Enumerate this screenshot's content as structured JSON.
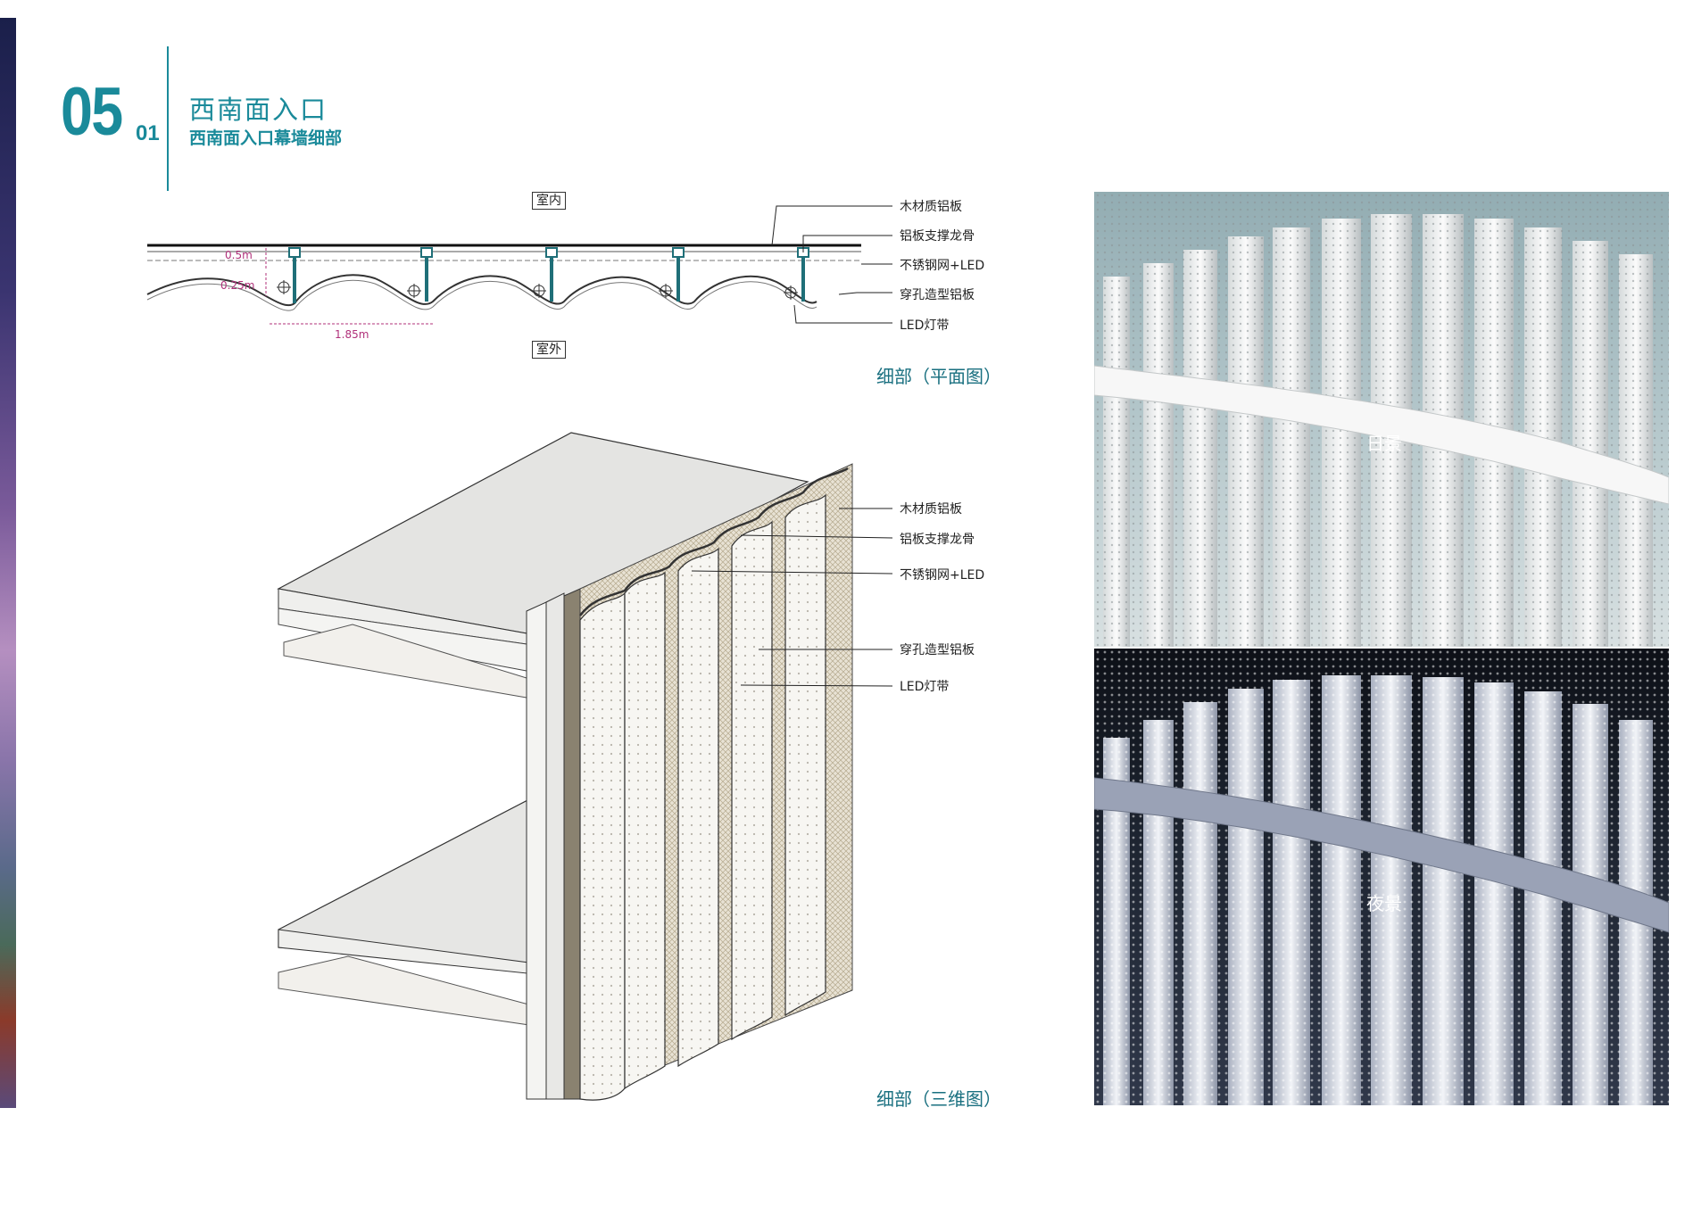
{
  "header": {
    "section_number": "05",
    "sub_number": "01",
    "title": "西南面入口",
    "subtitle": "西南面入口幕墙细部"
  },
  "plan_detail": {
    "indoor_label": "室内",
    "outdoor_label": "室外",
    "callouts": [
      "木材质铝板",
      "铝板支撑龙骨",
      "不锈钢网+LED",
      "穿孔造型铝板",
      "LED灯带"
    ],
    "dimensions": [
      "0.5m",
      "0.25m",
      "1.85m"
    ],
    "caption": "细部（平面图）"
  },
  "axo_detail": {
    "callouts": [
      "木材质铝板",
      "铝板支撑龙骨",
      "不锈钢网+LED",
      "穿孔造型铝板",
      "LED灯带"
    ],
    "caption": "细部（三维图）"
  },
  "photos": {
    "day_label": "日景",
    "night_label": "夜景"
  },
  "colors": {
    "accent": "#1a8a9a",
    "caption": "#1a7080",
    "dimension": "#b0307a",
    "mullion": "#1f6f78"
  }
}
